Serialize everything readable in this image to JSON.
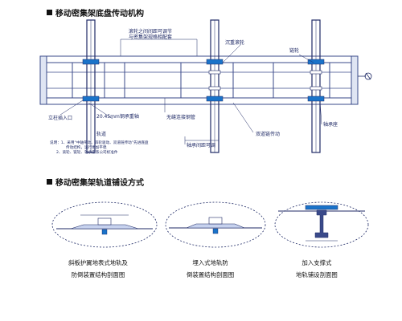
{
  "section1": {
    "title": "移动密集架底盘传动机构",
    "labels": {
      "roller_spacing_l1": "滚轮之间间距可调节",
      "roller_spacing_l2": "与密集架规格相配套",
      "sink_roller": "沉重滚轮",
      "chain_wheel": "链轮",
      "column_insert": "立柱插入口",
      "steel_axle": "20.45mm钢承重轴",
      "seamless_pipe": "无缝连接钢管",
      "rail": "轨道",
      "double_chain": "双道链传动",
      "bearing_seat": "轴承座",
      "roller_span": "轴承间距可调"
    },
    "notes": [
      "说明：1、采用“中轴带动、四轮驱动、双道链传动”先进底盘",
      "传动结构，运行更加平稳",
      "2、滚轮、链轮、轴承座系公司标准件"
    ]
  },
  "section2": {
    "title": "移动密集架轨道铺设方式",
    "captions": [
      {
        "line1": "斜板护翼地表式地轨及",
        "line2": "防倒装置结构剖面图"
      },
      {
        "line1": "埋入式地轨防",
        "line2": "倒装置结构剖面图"
      },
      {
        "line1": "加入支撑式",
        "line2": "地轨铺设剖面图"
      }
    ]
  },
  "colors": {
    "line": "#1f2a66",
    "frame": "#3a4a8a",
    "accent": "#1a73c9"
  }
}
